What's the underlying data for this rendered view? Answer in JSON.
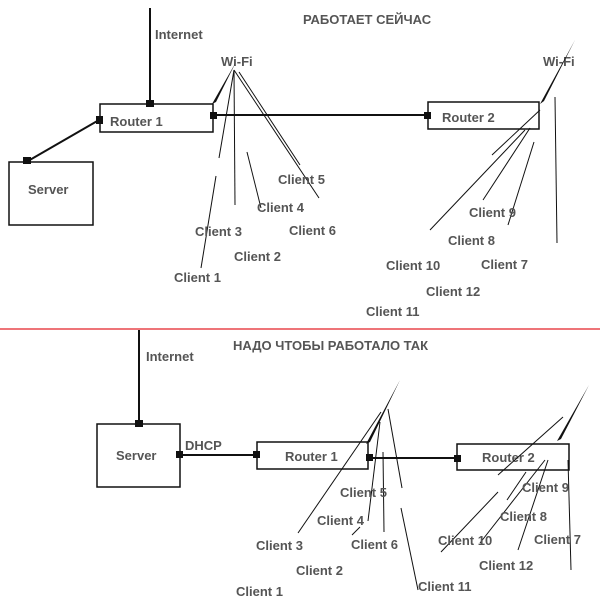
{
  "top": {
    "title": "РАБОТАЕТ СЕЙЧАС",
    "internet": "Internet",
    "wifi1": "Wi-Fi",
    "wifi2": "Wi-Fi",
    "router1": "Router  1",
    "router2": "Router 2",
    "server": "Server",
    "clients_r1": [
      "Client 5",
      "Client 4",
      "Client 3",
      "Client 6",
      "Client 2",
      "Client 1"
    ],
    "clients_r2": [
      "Client 9",
      "Client 8",
      "Client 10",
      "Client 7",
      "Client 12",
      "Client 11"
    ]
  },
  "bottom": {
    "title": "НАДО ЧТОБЫ РАБОТАЛО ТАК",
    "internet": "Internet",
    "dhcp": "DHCP",
    "server": "Server",
    "router1": "Router  1",
    "router2": "Router 2",
    "clients_r1": [
      "Client 5",
      "Client 4",
      "Client 3",
      "Client 6",
      "Client 2",
      "Client 1"
    ],
    "clients_r2": [
      "Client 9",
      "Client 8",
      "Client 10",
      "Client 7",
      "Client 12",
      "Client 11"
    ]
  },
  "divider_color": "#e8474c"
}
